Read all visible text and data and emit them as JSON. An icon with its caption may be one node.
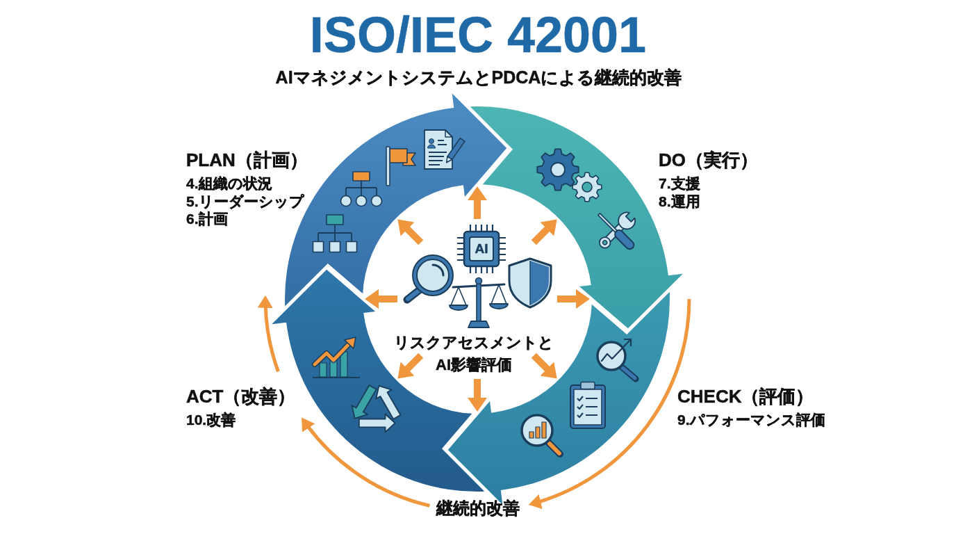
{
  "diagram": {
    "title": "ISO/IEC 42001",
    "nodes": [
      {
        "text": [
          "PLAN（計画）",
          "4.組織の状況",
          "5.リーダーシップ",
          "6.計画"
        ]
      },
      {
        "text": [
          "DO（実行）",
          "7.支援",
          "8.運用"
        ]
      },
      {
        "text": [
          "リスクアセスメントとAI影響評価"
        ]
      },
      {
        "text": [
          "ACT（改善）",
          "10.改善"
        ]
      },
      {
        "text": [
          "CHECK（評価）",
          "9.パフォーマンス評価"
        ]
      }
    ],
    "edges": [
      {
        "from": 2,
        "to": 0,
        "arrow": "to"
      },
      {
        "from": 2,
        "to": 1,
        "arrow": "to"
      },
      {
        "from": 2,
        "to": 1,
        "arrow": "to"
      },
      {
        "from": 2,
        "to": 4,
        "arrow": "to"
      },
      {
        "from": 2,
        "to": 4,
        "arrow": "to"
      },
      {
        "from": 2,
        "to": 3,
        "arrow": "to"
      },
      {
        "from": 2,
        "to": 3,
        "arrow": "to"
      },
      {
        "from": 2,
        "to": 0,
        "arrow": "to"
      }
    ],
    "labels": [
      "AIマネジメントシステムとPDCAによる継続的改善",
      "AI",
      "継続的改善"
    ]
  }
}
